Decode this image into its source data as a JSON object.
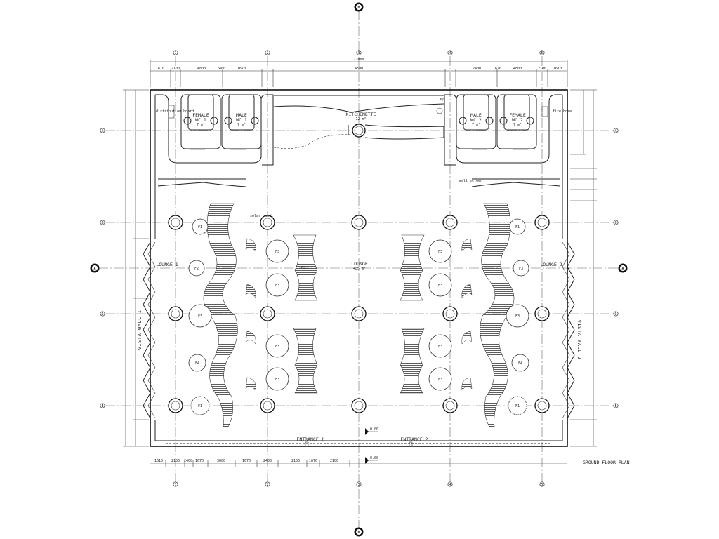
{
  "grid_labels": {
    "columns": [
      "1",
      "2",
      "3",
      "4",
      "5"
    ],
    "rows": [
      "A",
      "B",
      "C",
      "D",
      "E"
    ],
    "section_markers": [
      "A",
      "B"
    ]
  },
  "dimensions": {
    "overall": "27000",
    "top_segments": [
      "1610",
      "2100",
      "4800",
      "2400",
      "1670",
      "4800",
      "2400",
      "1670",
      "4800",
      "2100",
      "1610"
    ],
    "bottom_segments": [
      "1610",
      "2100",
      "2400",
      "1670",
      "3000",
      "1670",
      "2400",
      "2100",
      "1670",
      "2100"
    ]
  },
  "rooms": {
    "female_wc_1": {
      "name": "FEMALE",
      "sub": "WC 1",
      "area": "7 m²"
    },
    "male_wc_1": {
      "name": "MALE",
      "sub": "WC 1",
      "area": "7 m²"
    },
    "kitchenette": {
      "name": "KITCHENETTE",
      "area": "12 m²"
    },
    "male_wc_2": {
      "name": "MALE",
      "sub": "WC 2",
      "area": "7 m²"
    },
    "female_wc_2": {
      "name": "FEMALE",
      "sub": "WC 2",
      "area": "7 m²"
    },
    "lounge_1": {
      "name": "LOUNGE 1"
    },
    "lounge": {
      "name": "LOUNGE",
      "area": "485 m²"
    },
    "lounge_2": {
      "name": "LOUNGE 2"
    },
    "vista_wall_1": {
      "name": "VISTA WALL 1"
    },
    "vista_wall_2": {
      "name": "VISTA WALL 2"
    }
  },
  "annotations": {
    "distribution_board": "distribution board",
    "fire_hose": "fire hose",
    "solar_panel": "solar panel",
    "wall_screen": "wall screen",
    "fe_tag": "F?"
  },
  "furniture_tags": {
    "left": [
      "F1",
      "F2",
      "F3",
      "F3",
      "F3",
      "F3",
      "F3",
      "F4",
      "F1"
    ],
    "right": [
      "F1",
      "F3",
      "F3",
      "F3",
      "F3",
      "F3",
      "F3",
      "F4",
      "F1"
    ],
    "counter": "F5"
  },
  "entrances": {
    "entrance_1": "ENTRANCE 1",
    "entrance_2": "ENTRANCE 2"
  },
  "levels": {
    "upper": "0.00",
    "lower": "0.00"
  },
  "drawing_title": "GROUND FLOOR PLAN"
}
